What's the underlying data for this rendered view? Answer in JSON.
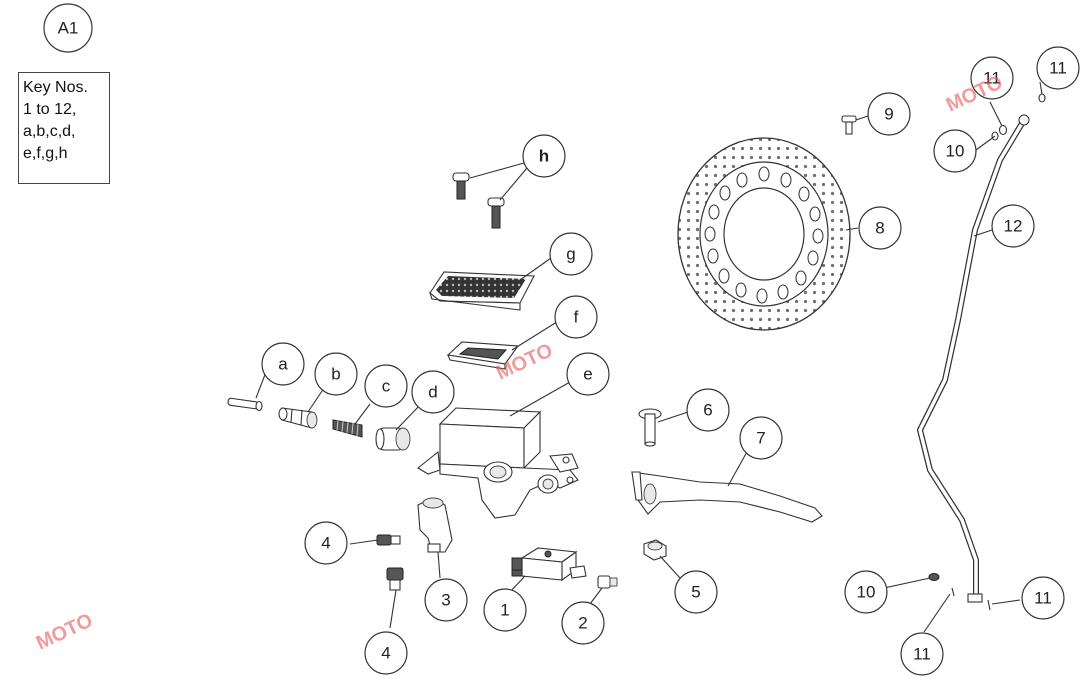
{
  "diagram_id": "A1",
  "key_box": [
    "Key Nos.",
    "1 to 12,",
    "a,b,c,d,",
    "e,f,g,h"
  ],
  "callouts": [
    {
      "id": "cal-a",
      "label": "a"
    },
    {
      "id": "cal-b",
      "label": "b"
    },
    {
      "id": "cal-c",
      "label": "c"
    },
    {
      "id": "cal-d",
      "label": "d"
    },
    {
      "id": "cal-e",
      "label": "e"
    },
    {
      "id": "cal-f",
      "label": "f"
    },
    {
      "id": "cal-g",
      "label": "g"
    },
    {
      "id": "cal-h",
      "label": "h"
    },
    {
      "id": "cal-1",
      "label": "1"
    },
    {
      "id": "cal-2",
      "label": "2"
    },
    {
      "id": "cal-3",
      "label": "3"
    },
    {
      "id": "cal-4a",
      "label": "4"
    },
    {
      "id": "cal-4b",
      "label": "4"
    },
    {
      "id": "cal-5",
      "label": "5"
    },
    {
      "id": "cal-6",
      "label": "6"
    },
    {
      "id": "cal-7",
      "label": "7"
    },
    {
      "id": "cal-8",
      "label": "8"
    },
    {
      "id": "cal-9",
      "label": "9"
    },
    {
      "id": "cal-10a",
      "label": "10"
    },
    {
      "id": "cal-10b",
      "label": "10"
    },
    {
      "id": "cal-11a",
      "label": "11"
    },
    {
      "id": "cal-11b",
      "label": "11"
    },
    {
      "id": "cal-11c",
      "label": "11"
    },
    {
      "id": "cal-11d",
      "label": "11"
    },
    {
      "id": "cal-12",
      "label": "12"
    }
  ]
}
